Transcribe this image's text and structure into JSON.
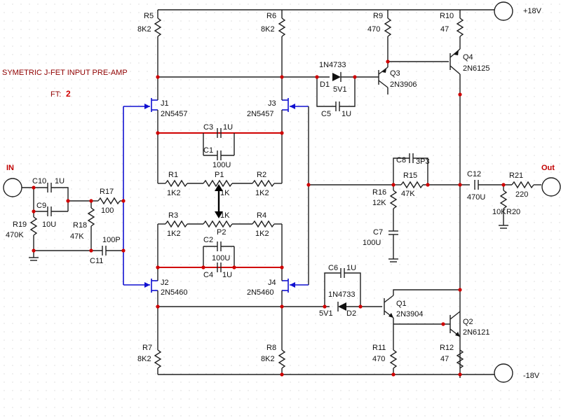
{
  "title": "SYMETRIC J-FET INPUT PRE-AMP",
  "ft": {
    "label": "FT:",
    "value": "2"
  },
  "rails": {
    "positive": "+18V",
    "negative": "-18V"
  },
  "io": {
    "input": "IN",
    "output": "Out"
  },
  "colors": {
    "wire": "#202020",
    "highlight": "#d00000",
    "fet": "#1010d0",
    "node": "#d00000"
  },
  "components": {
    "R5": {
      "ref": "R5",
      "value": "8K2"
    },
    "R6": {
      "ref": "R6",
      "value": "8K2"
    },
    "R7": {
      "ref": "R7",
      "value": "8K2"
    },
    "R8": {
      "ref": "R8",
      "value": "8K2"
    },
    "R9": {
      "ref": "R9",
      "value": "470"
    },
    "R10": {
      "ref": "R10",
      "value": "47"
    },
    "R11": {
      "ref": "R11",
      "value": "470"
    },
    "R12": {
      "ref": "R12",
      "value": "47"
    },
    "R1": {
      "ref": "R1",
      "value": "1K2"
    },
    "R2": {
      "ref": "R2",
      "value": "1K2"
    },
    "R3": {
      "ref": "R3",
      "value": "1K2"
    },
    "R4": {
      "ref": "R4",
      "value": "1K2"
    },
    "P1": {
      "ref": "P1",
      "value": "1K"
    },
    "P2": {
      "ref": "P2",
      "value": "1K"
    },
    "R15": {
      "ref": "R15",
      "value": "47K"
    },
    "R16": {
      "ref": "R16",
      "value": "12K"
    },
    "R17": {
      "ref": "R17",
      "value": "100"
    },
    "R18": {
      "ref": "R18",
      "value": "47K"
    },
    "R19": {
      "ref": "R19",
      "value": "470K"
    },
    "R20": {
      "ref": "R20",
      "value": "10K"
    },
    "R21": {
      "ref": "R21",
      "value": "220"
    },
    "C1": {
      "ref": "C1",
      "value": "100U"
    },
    "C2": {
      "ref": "C2",
      "value": "100U"
    },
    "C3": {
      "ref": "C3",
      "value": "1U"
    },
    "C4": {
      "ref": "C4",
      "value": "1U"
    },
    "C5": {
      "ref": "C5",
      "value": "1U"
    },
    "C6": {
      "ref": "C6",
      "value": "1U"
    },
    "C7": {
      "ref": "C7",
      "value": "100U"
    },
    "C8": {
      "ref": "C8",
      "value": "3P3"
    },
    "C9": {
      "ref": "C9",
      "value": "10U"
    },
    "C10": {
      "ref": "C10",
      "value": "1U"
    },
    "C11": {
      "ref": "C11",
      "value": "100P"
    },
    "C12": {
      "ref": "C12",
      "value": "470U"
    },
    "J1": {
      "ref": "J1",
      "value": "2N5457"
    },
    "J2": {
      "ref": "J2",
      "value": "2N5460"
    },
    "J3": {
      "ref": "J3",
      "value": "2N5457"
    },
    "J4": {
      "ref": "J4",
      "value": "2N5460"
    },
    "Q1": {
      "ref": "Q1",
      "value": "2N3904"
    },
    "Q2": {
      "ref": "Q2",
      "value": "2N6121"
    },
    "Q3": {
      "ref": "Q3",
      "value": "2N3906"
    },
    "Q4": {
      "ref": "Q4",
      "value": "2N6125"
    },
    "D1": {
      "ref": "D1",
      "part": "1N4733",
      "value": "5V1"
    },
    "D2": {
      "ref": "D2",
      "part": "1N4733",
      "value": "5V1"
    }
  }
}
